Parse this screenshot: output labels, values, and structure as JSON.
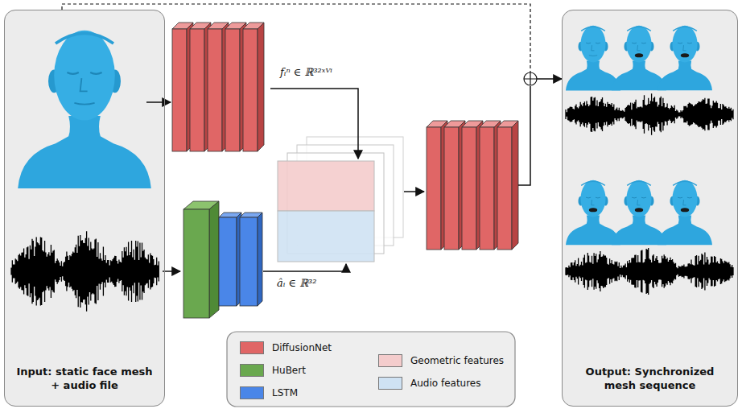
{
  "diagram": {
    "nodes": [
      {
        "text": [
          "Input: static face mesh + audio file"
        ]
      },
      {
        "text": [
          "Output: Synchronized mesh sequence"
        ]
      }
    ],
    "edges": [
      {
        "from": 0,
        "to": 1,
        "arrow": "to"
      }
    ],
    "labels": [
      "fᵢⁿ ∈ ℝ³²ˣⱽⁱ",
      "âᵢ ∈ ℝ³²"
    ],
    "legend": [
      {
        "text": "DiffusionNet",
        "color": "#e06666"
      },
      {
        "text": "HuBert",
        "color": "#6aa84f"
      },
      {
        "text": "LSTM",
        "color": "#4a86e8"
      },
      {
        "text": "Geometric features",
        "color": "#f4cccc"
      },
      {
        "text": "Audio features",
        "color": "#cfe2f3"
      }
    ]
  }
}
